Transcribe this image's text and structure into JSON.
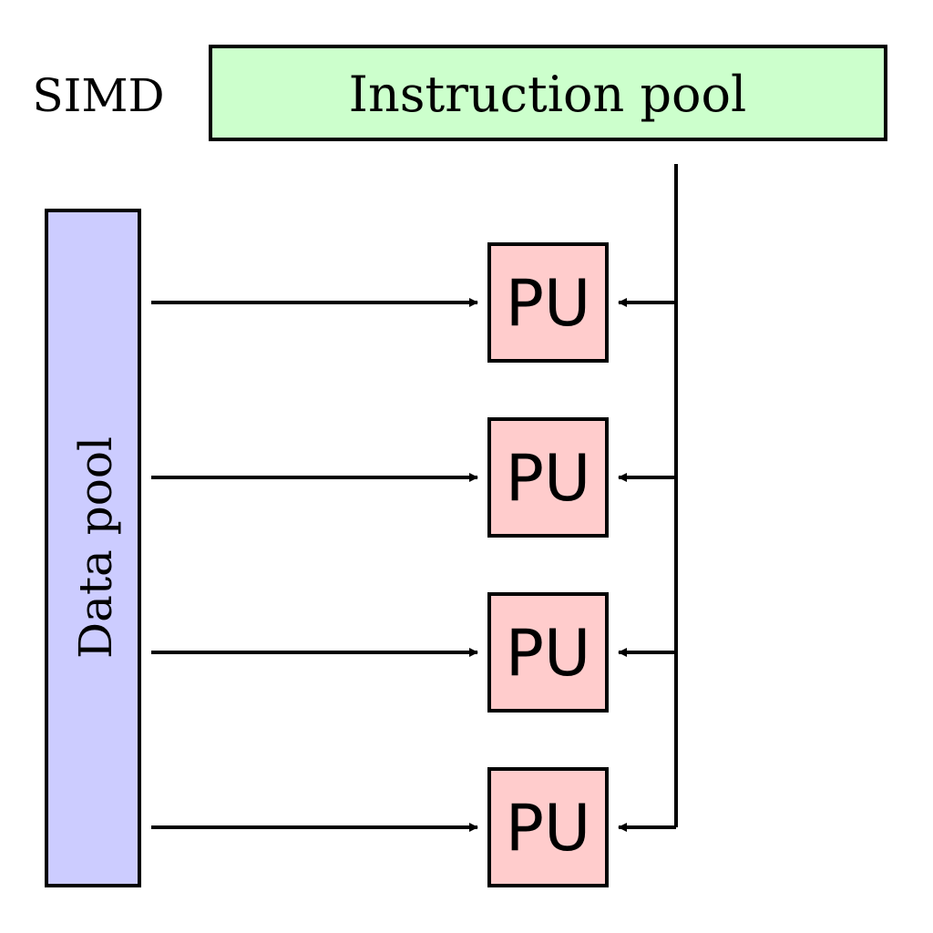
{
  "diagram": {
    "title": "SIMD",
    "instruction_pool": {
      "label": "Instruction pool",
      "fill": "#ccffcc"
    },
    "data_pool": {
      "label": "Data pool",
      "fill": "#ccccff"
    },
    "processing_units": [
      {
        "label": "PU"
      },
      {
        "label": "PU"
      },
      {
        "label": "PU"
      },
      {
        "label": "PU"
      }
    ],
    "pu_fill": "#ffcccc",
    "stroke_color": "#000000"
  }
}
